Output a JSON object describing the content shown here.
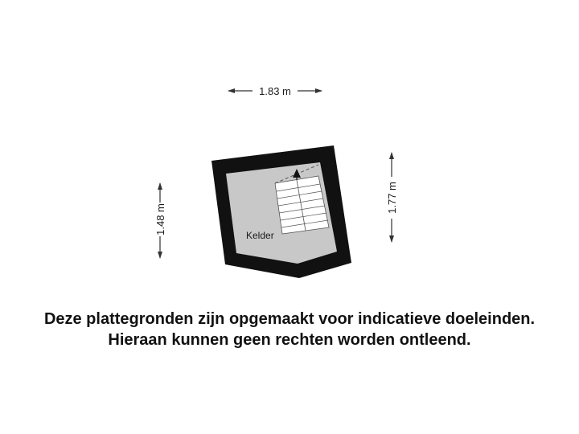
{
  "floorplan": {
    "room_label": "Kelder",
    "dimensions": {
      "top": "1.83 m",
      "left": "1.48 m",
      "right": "1.77 m"
    }
  },
  "disclaimer": {
    "line1": "Deze plattegronden zijn opgemaakt voor indicatieve doeleinden.",
    "line2": "Hieraan kunnen geen rechten worden ontleend."
  },
  "colors": {
    "wall": "#111111",
    "floor": "#c8c8c8",
    "stair": "#ffffff",
    "line": "#333333"
  }
}
